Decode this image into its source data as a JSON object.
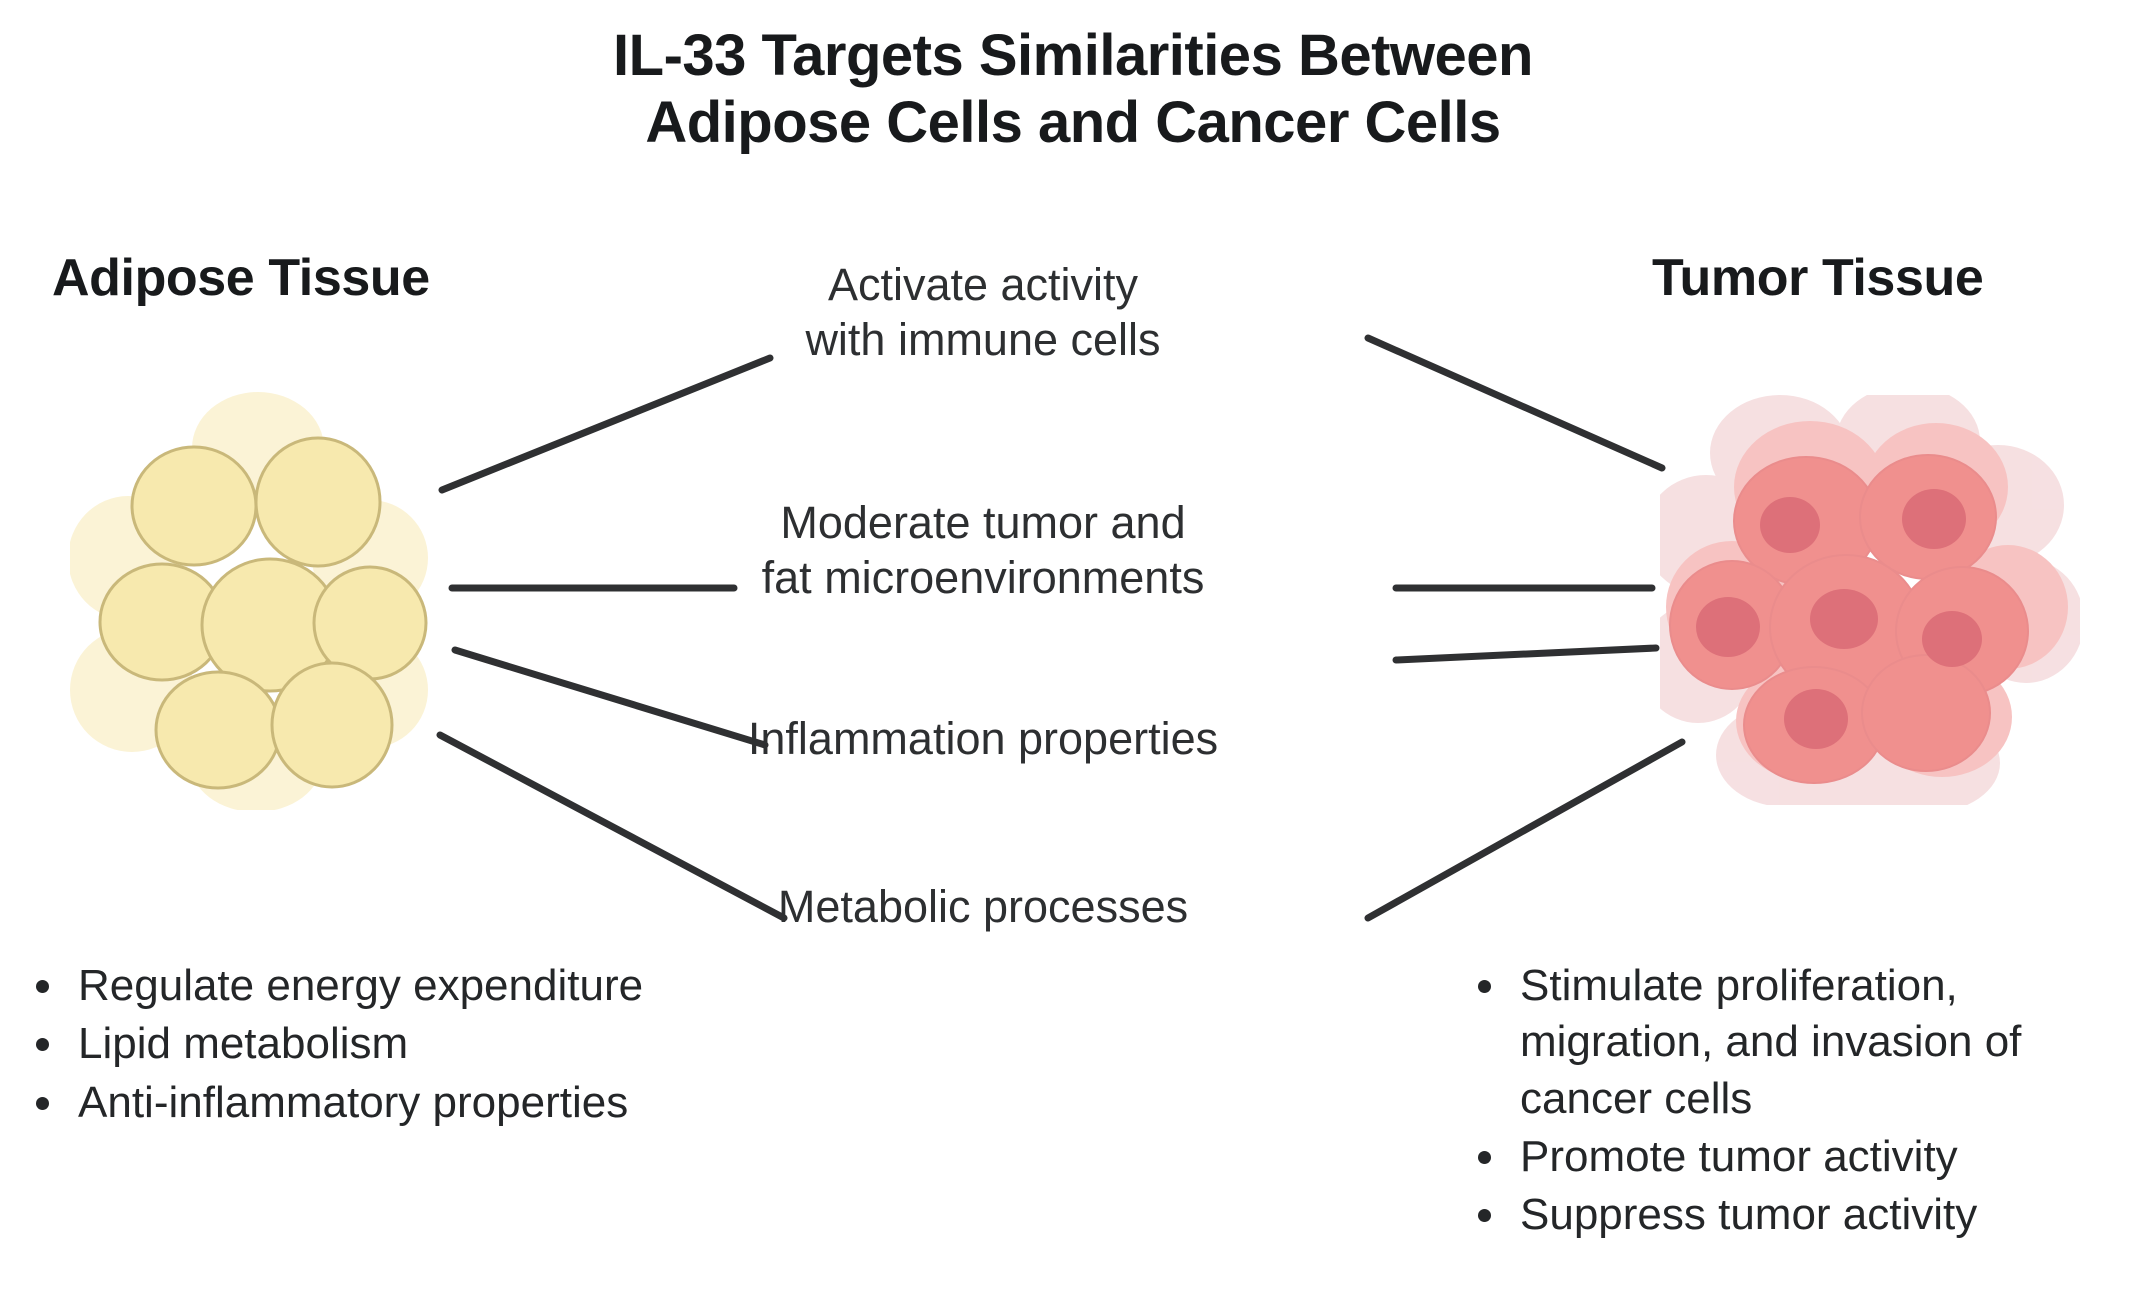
{
  "title": {
    "line1": "IL-33 Targets Similarities Between",
    "line2": "Adipose Cells and Cancer Cells"
  },
  "headings": {
    "left": "Adipose Tissue",
    "right": "Tumor Tissue"
  },
  "center_labels": [
    {
      "line1": "Activate activity",
      "line2": "with immune cells"
    },
    {
      "line1": "Moderate tumor and",
      "line2": "fat microenvironments"
    },
    {
      "line1": "Inflammation properties",
      "line2": ""
    },
    {
      "line1": "Metabolic processes",
      "line2": ""
    }
  ],
  "adipose_bullets": [
    "Regulate energy expenditure",
    "Lipid metabolism",
    "Anti-inflammatory properties"
  ],
  "tumor_bullets": [
    "Stimulate proliferation, migration, and invasion of cancer cells",
    "Promote tumor activity",
    "Suppress tumor activity"
  ],
  "illustrations": {
    "adipose_label": "adipocyte-cluster-illustration",
    "tumor_label": "tumor-cell-cluster-illustration"
  },
  "colors": {
    "background": "#ffffff",
    "text": "#242628",
    "title": "#181a1c",
    "connector_line": "#2f3032",
    "adipose_fill": "#f7e9ae",
    "adipose_fill_light": "#fbf3d6",
    "adipose_stroke": "#c9b87a",
    "tumor_fill": "#f0908e",
    "tumor_fill_light": "#f7c3c2",
    "tumor_halo": "#f3d6d8",
    "tumor_nucleus": "#dd7079"
  }
}
